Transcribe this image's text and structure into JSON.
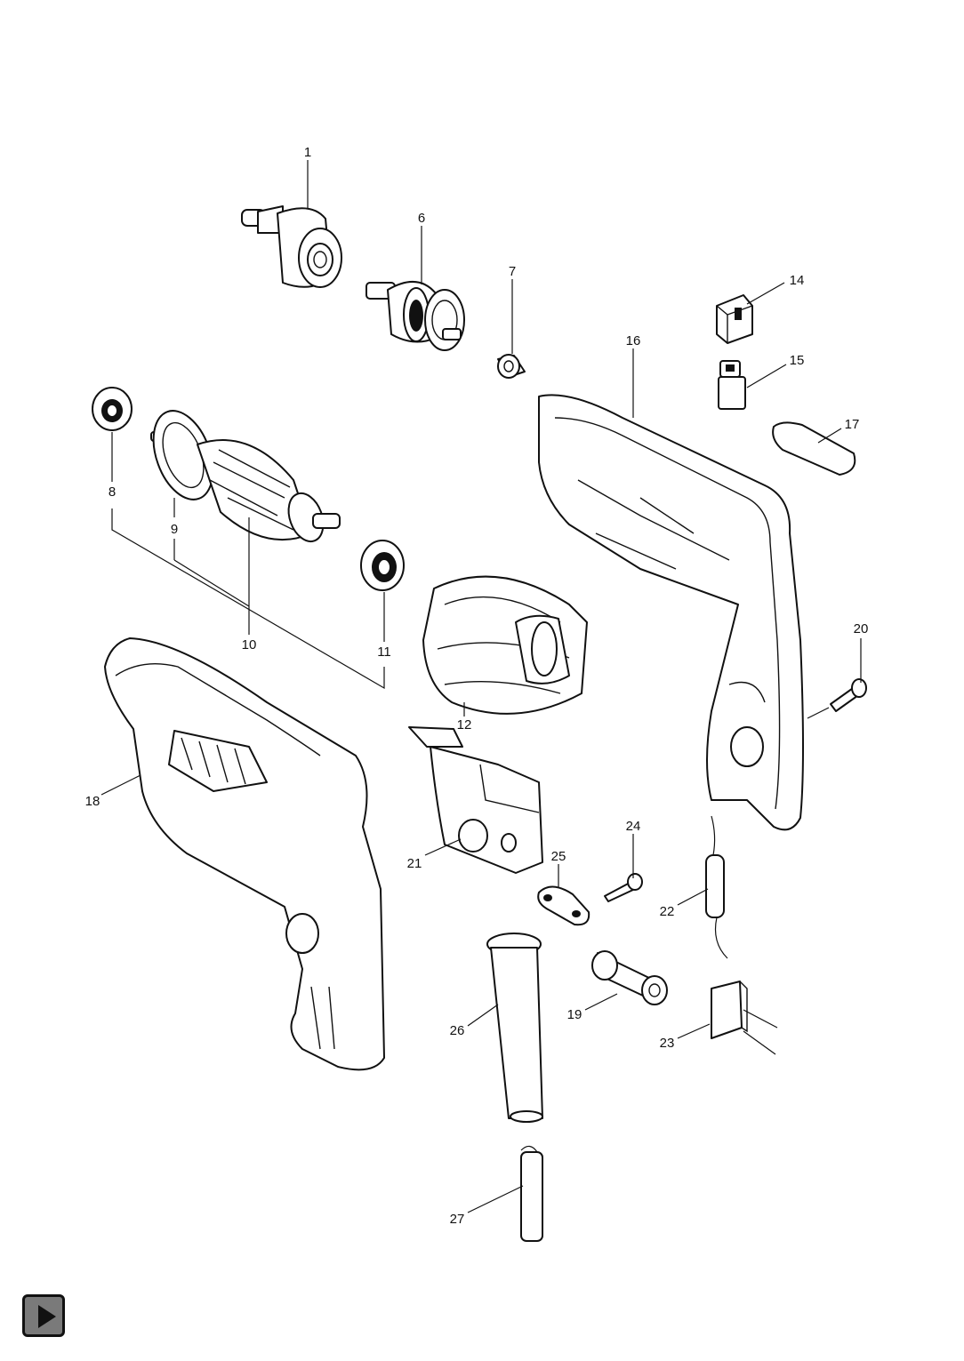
{
  "diagram": {
    "part_labels": [
      "1",
      "6",
      "7",
      "14",
      "15",
      "16",
      "17",
      "8",
      "9",
      "10",
      "11",
      "12",
      "18",
      "20",
      "21",
      "24",
      "25",
      "22",
      "26",
      "19",
      "23",
      "27"
    ]
  },
  "controls": {
    "nav_icon": "play-triangle-icon"
  }
}
